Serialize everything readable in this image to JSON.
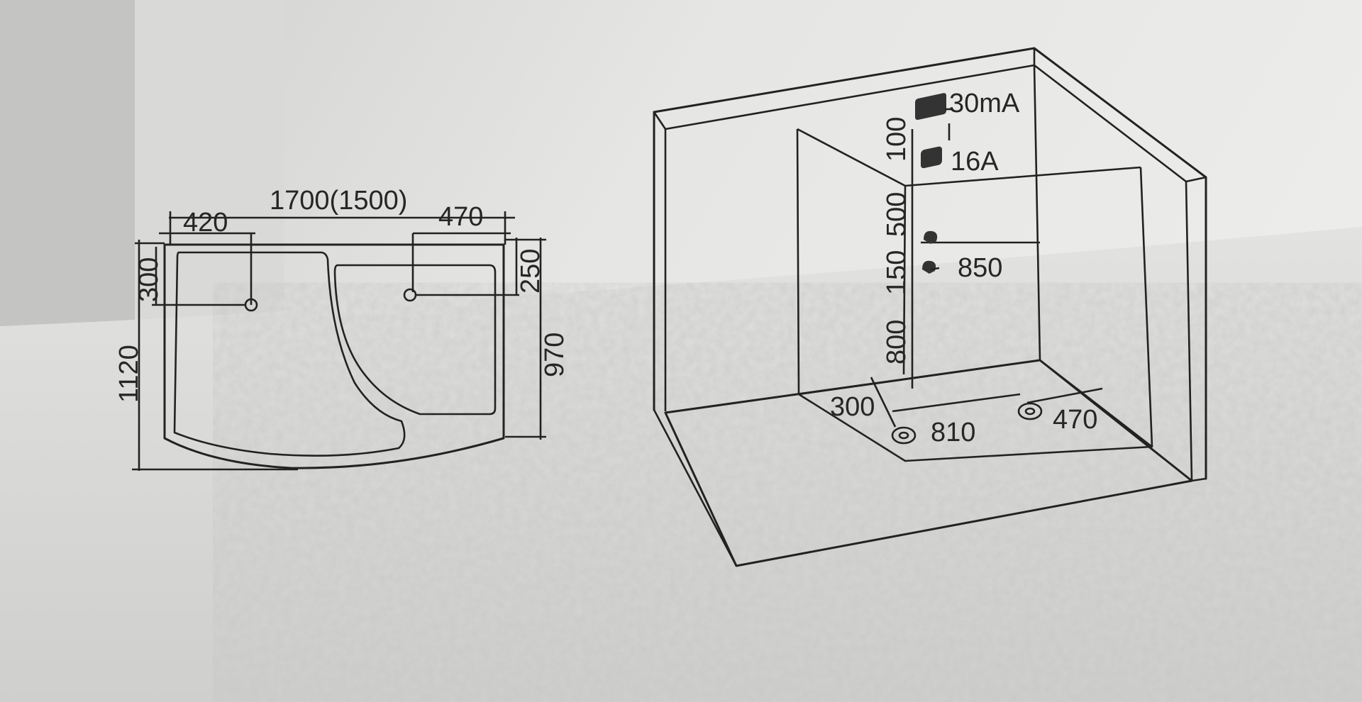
{
  "plan_view": {
    "overall_width": "1700(1500)",
    "left_drain_offset": "420",
    "right_drain_offset": "470",
    "left_drain_depth": "300",
    "right_drain_depth": "250",
    "overall_depth": "1120",
    "side_depth": "970"
  },
  "iso_view": {
    "rcd_rating": "30mA",
    "breaker_rating": "16A",
    "height_100": "100",
    "height_500": "500",
    "height_150": "150",
    "height_800": "800",
    "tap_offset": "850",
    "floor_300": "300",
    "floor_810": "810",
    "floor_470": "470"
  }
}
